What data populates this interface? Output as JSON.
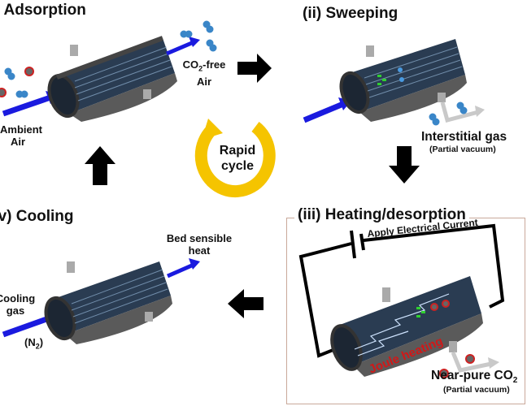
{
  "stages": {
    "adsorption": {
      "title": "(i) Adsorption",
      "inlet_label": [
        "Ambient",
        "Air"
      ],
      "outlet_label_main": "CO",
      "outlet_label_sub": "2",
      "outlet_label_rest": "-free",
      "outlet_label_line2": "Air"
    },
    "sweeping": {
      "title": "(ii) Sweeping",
      "outlet_label": "Interstitial gas",
      "outlet_note": "(Partial vacuum)"
    },
    "heating": {
      "title": "(iii) Heating/desorption",
      "circuit_label": "Apply Electrical Current",
      "bed_label": "Joule heating",
      "outlet_label_main": "Near-pure CO",
      "outlet_label_sub": "2",
      "outlet_note": "(Partial vacuum)"
    },
    "cooling": {
      "title": "(iv) Cooling",
      "inlet_label": [
        "Cooling",
        "gas"
      ],
      "inlet_gas_main": "(N",
      "inlet_gas_sub": "2",
      "inlet_gas_end": ")",
      "outlet_label": [
        "Bed sensible",
        "heat"
      ]
    }
  },
  "cycle": {
    "label_line1": "Rapid",
    "label_line2": "cycle"
  },
  "colors": {
    "flow_arrow": "#1a1adf",
    "cycle_arrow": "#f5c400",
    "step_arrow": "#000000",
    "bed_shell": "#3a3a3a",
    "co2_molecule": "#cc2222",
    "n2_molecule": "#3a86c8",
    "joule_text": "#d01818",
    "heat_box_border": "#c9a89a"
  }
}
